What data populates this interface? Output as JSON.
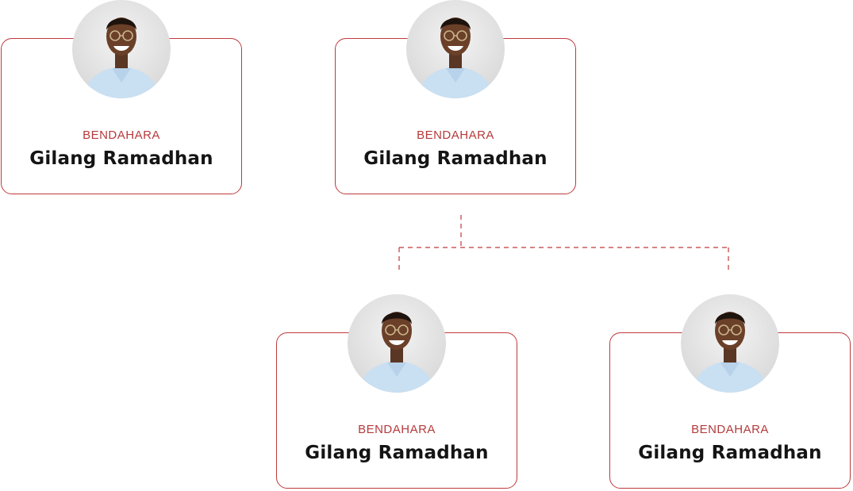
{
  "org_chart": {
    "accent_color": "#c0393b",
    "members": [
      {
        "role": "BENDAHARA",
        "name": "Gilang Ramadhan",
        "avatar_icon": "person-photo"
      },
      {
        "role": "BENDAHARA",
        "name": "Gilang Ramadhan",
        "avatar_icon": "person-photo"
      },
      {
        "role": "BENDAHARA",
        "name": "Gilang Ramadhan",
        "avatar_icon": "person-photo"
      },
      {
        "role": "BENDAHARA",
        "name": "Gilang Ramadhan",
        "avatar_icon": "person-photo"
      }
    ]
  }
}
